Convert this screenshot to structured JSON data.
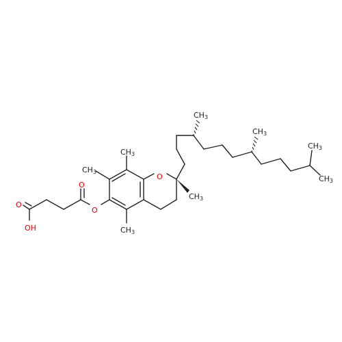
{
  "colors": {
    "bond": "#222222",
    "oxygen": "#e00000",
    "carbon_label": "#222222",
    "background": "#ffffff"
  },
  "labels": {
    "ring_oxygen": "O",
    "methyl_c2": "CH",
    "methyl_c2_sub": "3",
    "methyl_c8": "CH",
    "methyl_c8_sub": "3",
    "methyl_c7": "CH",
    "methyl_c7_sub": "3",
    "methyl_c5": "CH",
    "methyl_c5_sub": "3",
    "ester_oxygen": "O",
    "carbonyl_oxygen_ester": "O",
    "carbonyl_oxygen_acid": "O",
    "hydroxyl": "OH",
    "methyl_chain_1": "CH",
    "methyl_chain_1_sub": "3",
    "methyl_chain_2": "CH",
    "methyl_chain_2_sub": "3",
    "methyl_terminal_top": "CH",
    "methyl_terminal_top_sub": "3",
    "methyl_terminal_bottom": "CH",
    "methyl_terminal_bottom_sub": "3"
  }
}
